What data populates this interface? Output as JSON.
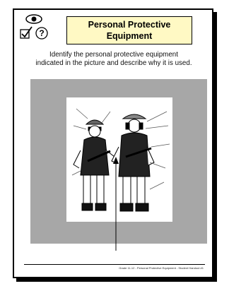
{
  "header": {
    "icons": [
      "eye-icon",
      "checkbox-check-icon",
      "question-mark-icon"
    ],
    "title_line1": "Personal Protective",
    "title_line2": "Equipment",
    "title_bg": "#fff9c4"
  },
  "instructions": {
    "line1": "Identify the personal protective equipment",
    "line2": "indicated in the picture and describe why it is used."
  },
  "figure": {
    "icon": "workers-with-ppe-illustration",
    "panel_color": "#a7a7a7"
  },
  "footer": {
    "text": "Grade 11-12 - Personal Protective Equipment - Student Handout #1"
  }
}
